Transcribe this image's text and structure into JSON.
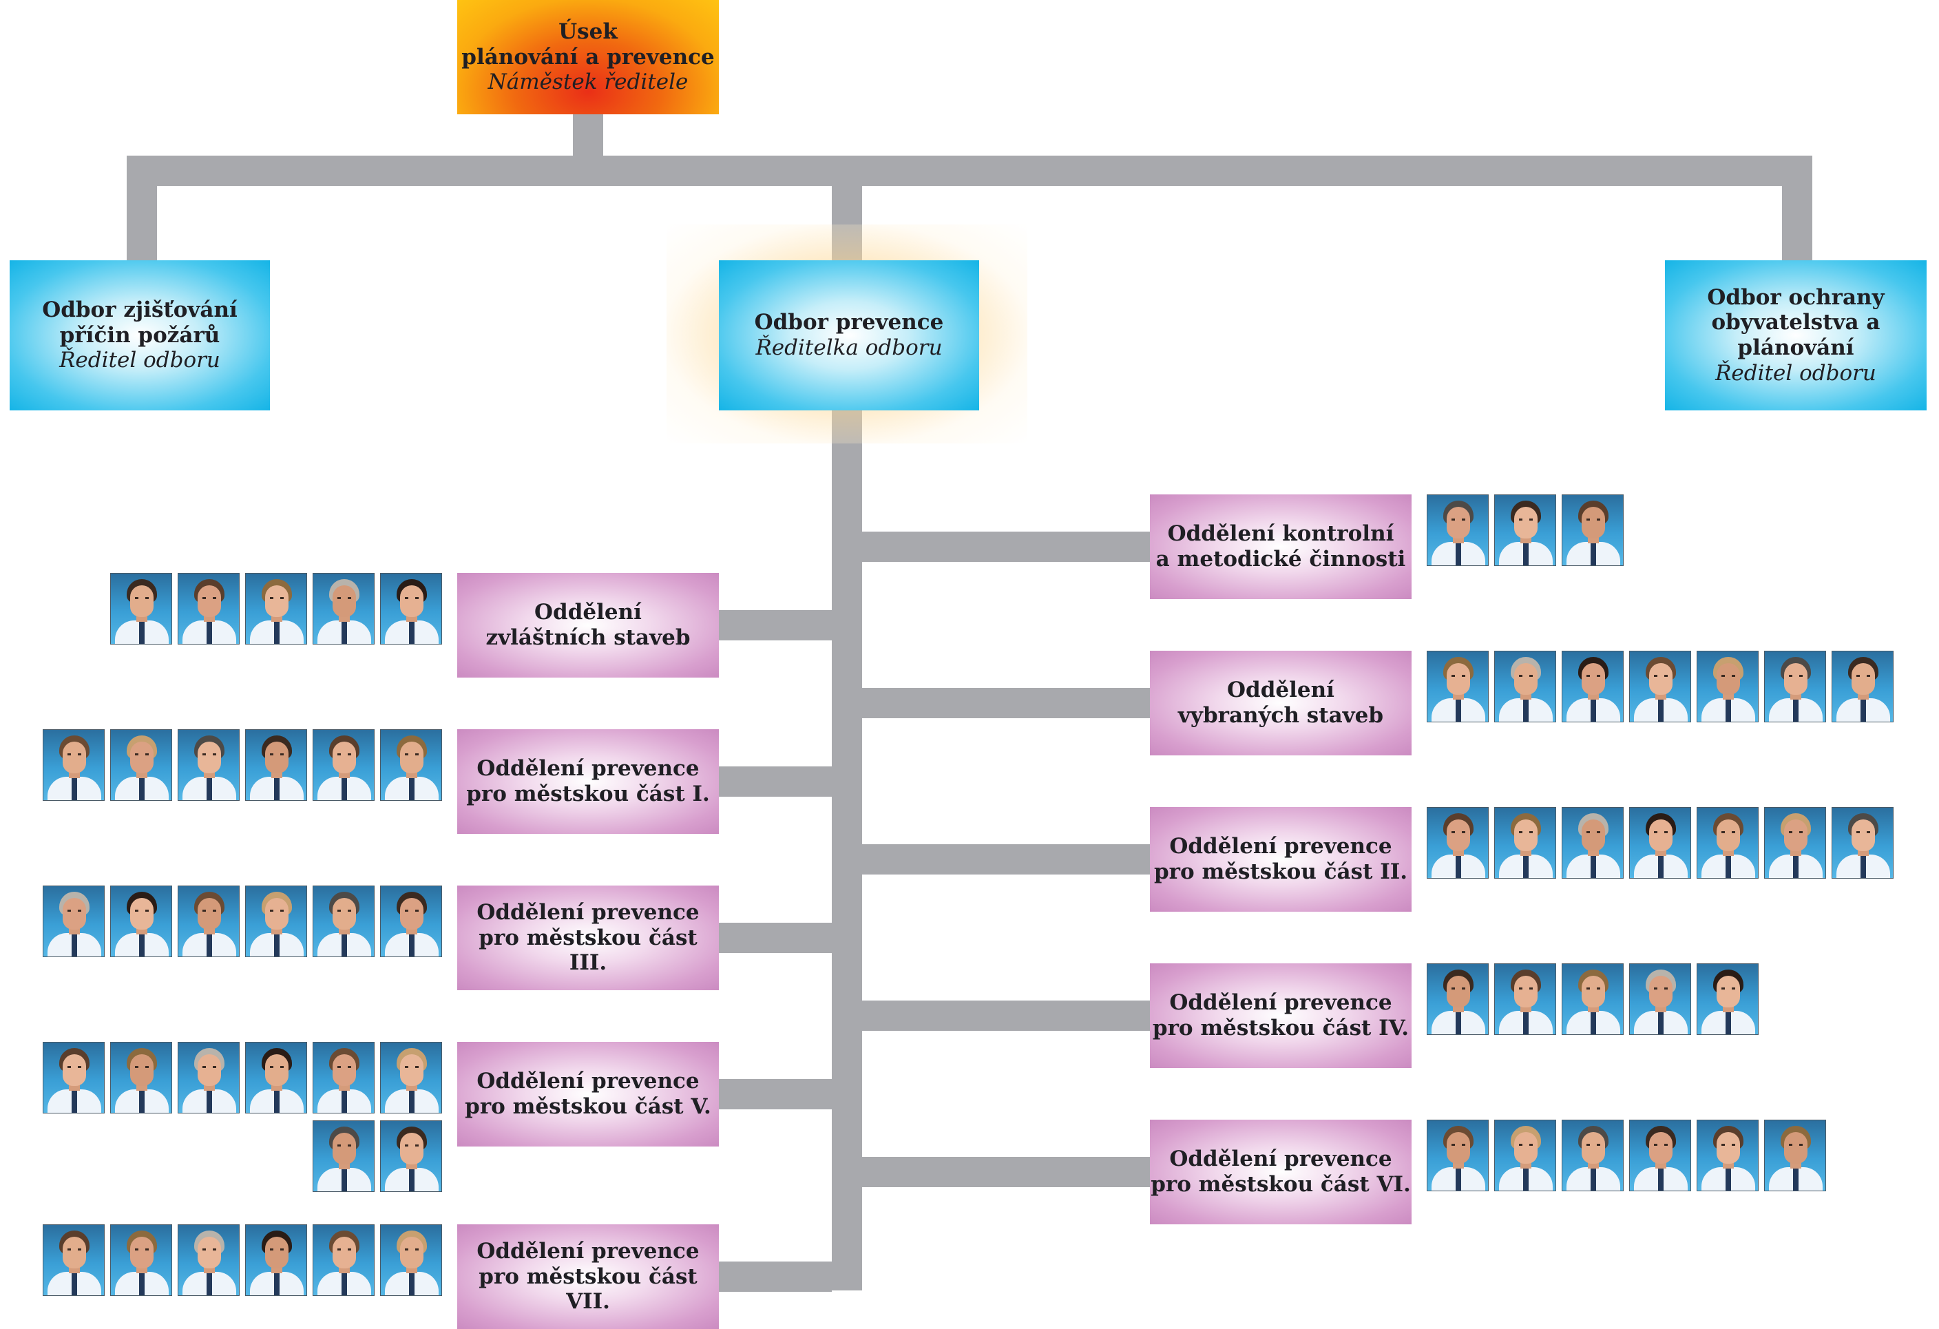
{
  "top": {
    "line1": "Úsek",
    "line2": "plánování a prevence",
    "role": "Náměstek ředitele"
  },
  "departments": {
    "left": {
      "line1": "Odbor zjišťování",
      "line2": "příčin požárů",
      "role": "Ředitel odboru"
    },
    "center": {
      "line1": "Odbor prevence",
      "role": "Ředitelka odboru"
    },
    "right": {
      "line1": "Odbor ochrany",
      "line2": "obyvatelstva a plánování",
      "role": "Ředitel odboru"
    }
  },
  "left_units": [
    {
      "line1": "Oddělení",
      "line2": "zvláštních staveb",
      "photos": 5
    },
    {
      "line1": "Oddělení prevence",
      "line2": "pro městskou část I.",
      "photos": 6
    },
    {
      "line1": "Oddělení prevence",
      "line2": "pro městskou část III.",
      "photos": 6
    },
    {
      "line1": "Oddělení prevence",
      "line2": "pro městskou část V.",
      "photos": 8
    },
    {
      "line1": "Oddělení prevence",
      "line2": "pro městskou část VII.",
      "photos": 6
    }
  ],
  "right_units": [
    {
      "line1": "Oddělení kontrolní",
      "line2": "a metodické činnosti",
      "photos": 3
    },
    {
      "line1": "Oddělení",
      "line2": "vybraných staveb",
      "photos": 7
    },
    {
      "line1": "Oddělení prevence",
      "line2": "pro městskou část II.",
      "photos": 7
    },
    {
      "line1": "Oddělení prevence",
      "line2": "pro městskou část IV.",
      "photos": 5
    },
    {
      "line1": "Oddělení prevence",
      "line2": "pro městskou část VI.",
      "photos": 6
    }
  ],
  "colors": {
    "connector": "#a8a9ad",
    "top_box": "#f16a10",
    "department_box": "#15b4e6",
    "unit_box": "#cb8bc1",
    "photo_background": "#3a9fd6"
  }
}
